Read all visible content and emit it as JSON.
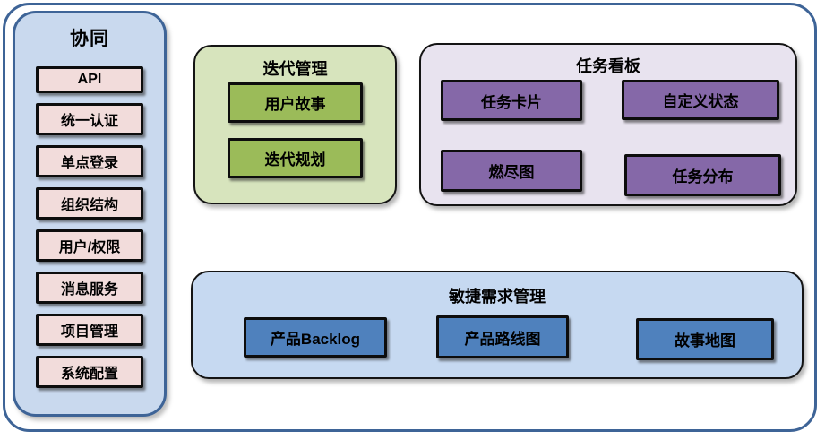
{
  "palette": {
    "frame_border": "#3e6497",
    "sidebar_fill": "#c9d9ee",
    "sidebar_item_fill": "#f2dcdb",
    "iteration_fill": "#d7e4bd",
    "iteration_item_fill": "#9bbb59",
    "kanban_fill": "#e8e3ef",
    "kanban_item_fill": "#8568a8",
    "agile_fill": "#c6d9f1",
    "agile_item_fill": "#4f81bd",
    "node_border": "#0d0d0d",
    "text": "#000000"
  },
  "sidebar": {
    "title": "协同",
    "items": [
      "API",
      "统一认证",
      "单点登录",
      "组织结构",
      "用户/权限",
      "消息服务",
      "项目管理",
      "系统配置"
    ]
  },
  "groups": {
    "iteration": {
      "title": "迭代管理",
      "items": [
        "用户故事",
        "迭代规划"
      ]
    },
    "kanban": {
      "title": "任务看板",
      "items": [
        "任务卡片",
        "自定义状态",
        "燃尽图",
        "任务分布"
      ]
    },
    "agile": {
      "title": "敏捷需求管理",
      "items": [
        "产品Backlog",
        "产品路线图",
        "故事地图"
      ]
    }
  }
}
